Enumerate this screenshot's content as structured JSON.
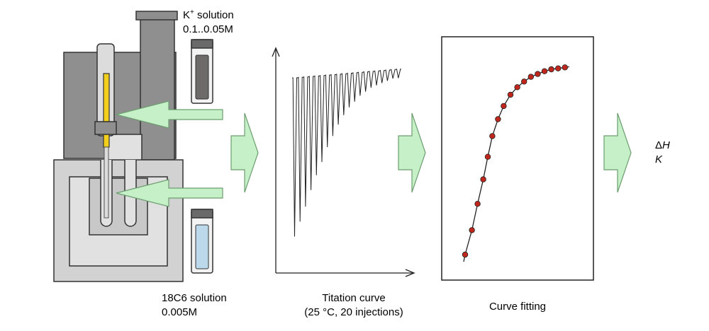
{
  "labels": {
    "k_solution_line1_base": "K",
    "k_solution_line1_sup": "+",
    "k_solution_line1_rest": " solution",
    "k_solution_line2": "0.1..0.05M",
    "crown_solution_line1": "18C6 solution",
    "crown_solution_line2": "0.005M",
    "titration_line1": "Titation curve",
    "titration_line2": "(25 °C, 20 injections)",
    "fitting": "Curve fitting",
    "result_delta": "Δ",
    "result_h": "H",
    "result_k": "K"
  },
  "colors": {
    "instrument_dark": "#8f8f8f",
    "instrument_mid": "#c8c8c8",
    "instrument_light": "#e1e1e1",
    "syringe_yellow": "#f2cf1d",
    "arrow_green": "#c6f0c8",
    "arrow_green_stroke": "#6c9e6f",
    "fit_point": "#c0261c",
    "vial_k": "#6e6a6a",
    "vial_crown": "#bcd9ec"
  },
  "titration": {
    "injections": 20,
    "peak_depths_fraction": [
      0.88,
      0.8,
      0.72,
      0.63,
      0.55,
      0.48,
      0.4,
      0.34,
      0.28,
      0.23,
      0.19,
      0.16,
      0.13,
      0.11,
      0.09,
      0.08,
      0.07,
      0.06,
      0.05,
      0.05
    ]
  },
  "fit": {
    "points": [
      {
        "x": 0.0,
        "y": 0.0
      },
      {
        "x": 0.06,
        "y": 0.13
      },
      {
        "x": 0.11,
        "y": 0.27
      },
      {
        "x": 0.16,
        "y": 0.4
      },
      {
        "x": 0.2,
        "y": 0.52
      },
      {
        "x": 0.24,
        "y": 0.63
      },
      {
        "x": 0.29,
        "y": 0.72
      },
      {
        "x": 0.34,
        "y": 0.79
      },
      {
        "x": 0.4,
        "y": 0.85
      },
      {
        "x": 0.46,
        "y": 0.89
      },
      {
        "x": 0.52,
        "y": 0.92
      },
      {
        "x": 0.58,
        "y": 0.945
      },
      {
        "x": 0.64,
        "y": 0.96
      },
      {
        "x": 0.7,
        "y": 0.975
      },
      {
        "x": 0.76,
        "y": 0.985
      },
      {
        "x": 0.82,
        "y": 0.99
      },
      {
        "x": 0.88,
        "y": 0.995
      }
    ]
  }
}
